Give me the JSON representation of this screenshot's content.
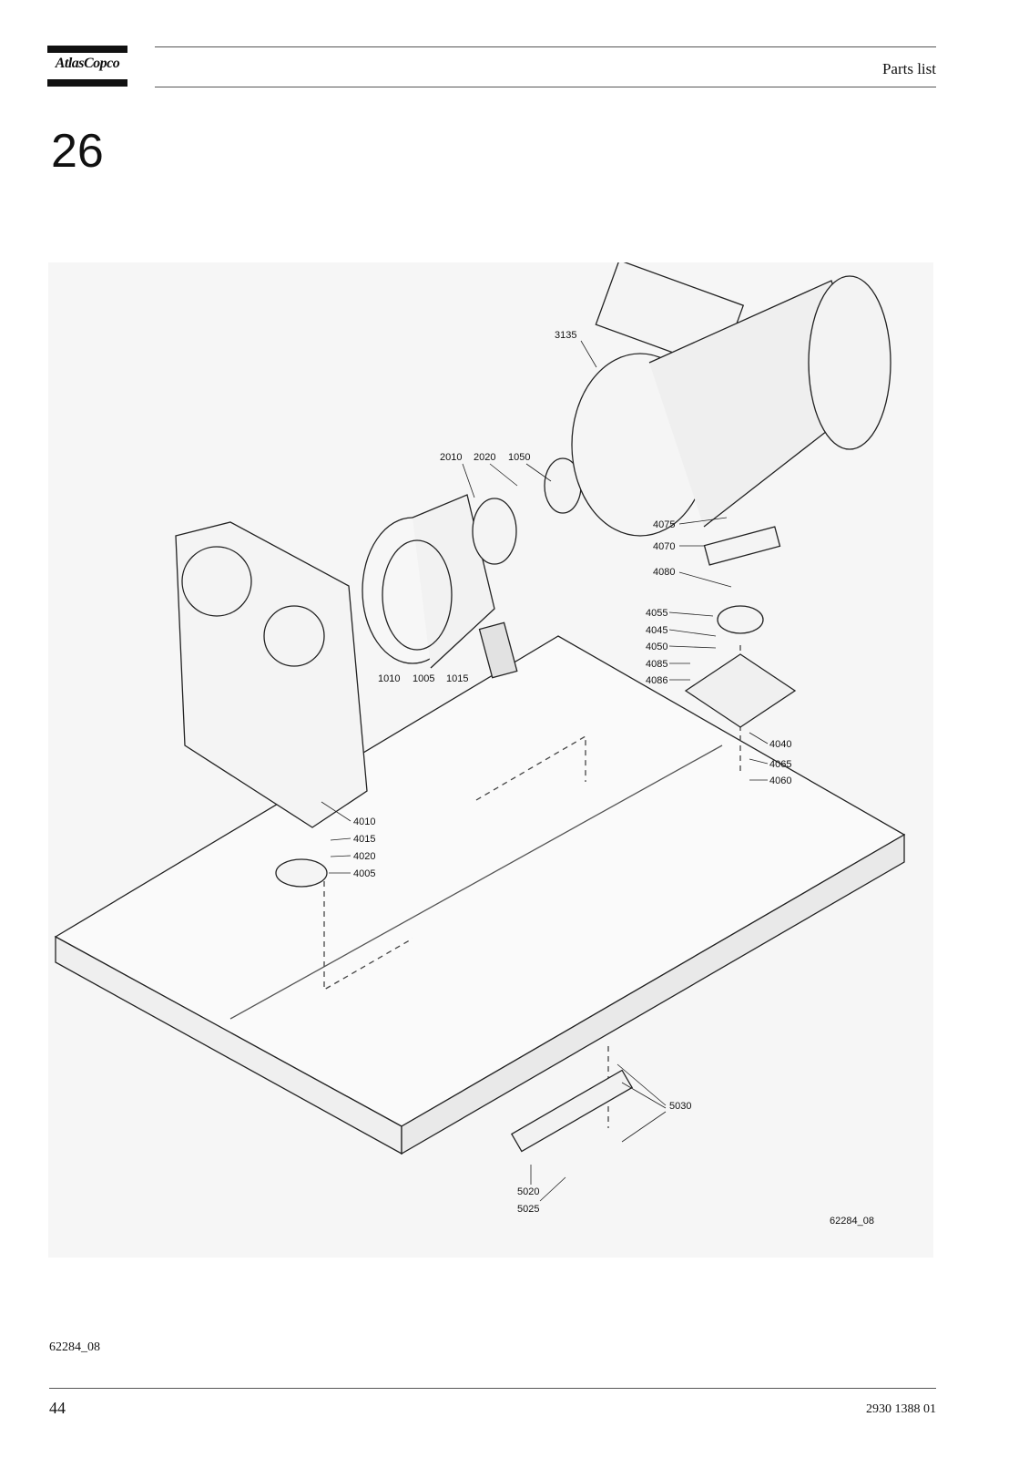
{
  "header": {
    "brand": "AtlasCopco",
    "title": "Parts list"
  },
  "section_number": "26",
  "drawing": {
    "image_code": "62284_08",
    "callouts": {
      "c3135": "3135",
      "c2010": "2010",
      "c2020": "2020",
      "c1050": "1050",
      "c1010": "1010",
      "c1005": "1005",
      "c1015": "1015",
      "c4075": "4075",
      "c4070": "4070",
      "c4080": "4080",
      "c4055": "4055",
      "c4045": "4045",
      "c4050": "4050",
      "c4085": "4085",
      "c4086": "4086",
      "c4040": "4040",
      "c4065": "4065",
      "c4060": "4060",
      "c4010": "4010",
      "c4015": "4015",
      "c4020": "4020",
      "c4005": "4005",
      "c5030": "5030",
      "c5020": "5020",
      "c5025": "5025"
    }
  },
  "footer": {
    "image_reference": "62284_08",
    "page_number": "44",
    "document_number": "2930 1388 01"
  }
}
